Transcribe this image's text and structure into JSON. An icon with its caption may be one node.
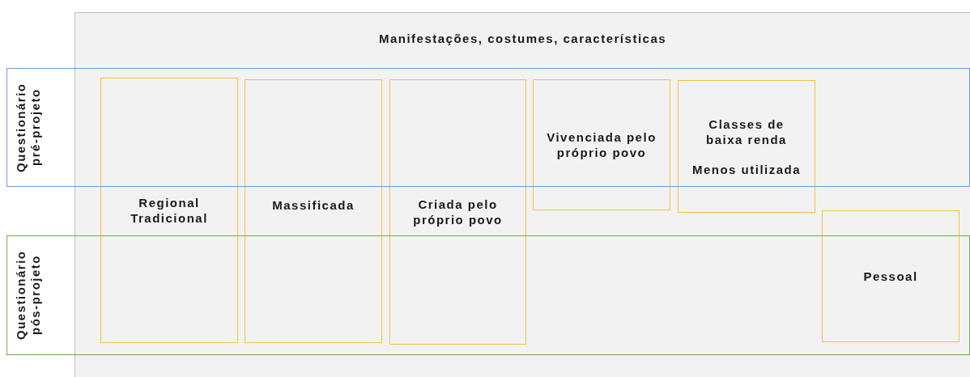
{
  "diagram": {
    "nodes": [
      {
        "text": [
          "Manifestações, costumes, características"
        ]
      },
      {
        "text": [
          "Questionário pré-projeto"
        ]
      },
      {
        "text": [
          "Regional Tradicional"
        ],
        "in": 0
      },
      {
        "text": [
          "Massificada"
        ],
        "in": 0
      },
      {
        "text": [
          "Criada pelo próprio povo"
        ],
        "in": 0
      },
      {
        "text": [
          "Vivenciada pelo próprio povo"
        ],
        "in": 0
      },
      {
        "text": [
          "Classes de baixa renda",
          "Menos utilizada"
        ],
        "in": 0
      },
      {
        "text": [
          "Questionário pós-projeto"
        ]
      },
      {
        "text": [
          "Pessoal"
        ],
        "in": 0
      }
    ]
  }
}
